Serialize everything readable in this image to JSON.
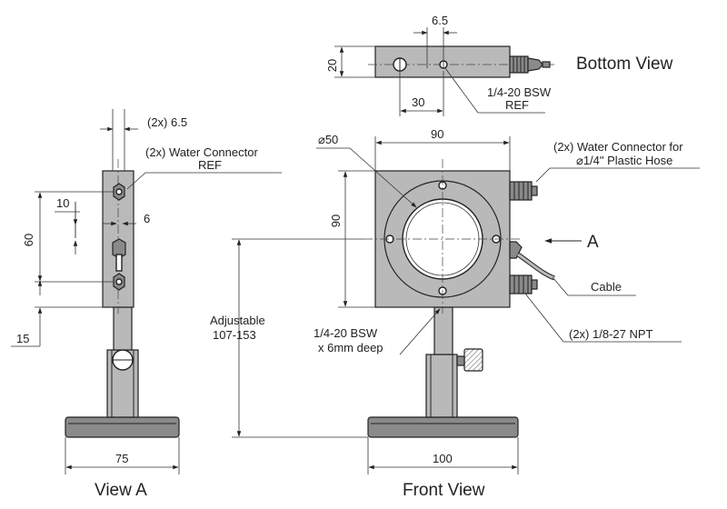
{
  "views": {
    "bottom": "Bottom View",
    "front": "Front View",
    "side": "View A"
  },
  "dimensions": {
    "top_6_5": "6.5",
    "top_20": "20",
    "top_30": "30",
    "side_2x_6_5": "(2x) 6.5",
    "side_10": "10",
    "side_6": "6",
    "side_60": "60",
    "side_15": "15",
    "side_75": "75",
    "front_90_w": "90",
    "front_90_h": "90",
    "front_dia_50": "⌀50",
    "front_100": "100",
    "adjustable": "Adjustable",
    "adjustable_range": "107-153"
  },
  "annotations": {
    "bsw_ref_1": "1/4-20 BSW",
    "bsw_ref_2": "REF",
    "side_water_1": "(2x) Water Connector",
    "side_water_2": "REF",
    "front_water_1": "(2x) Water Connector for",
    "front_water_2": "⌀1/4\" Plastic Hose",
    "arrow_a": "A",
    "cable": "Cable",
    "npt": "(2x) 1/8-27 NPT",
    "bsw_deep_1": "1/4-20 BSW",
    "bsw_deep_2": "x 6mm deep"
  }
}
